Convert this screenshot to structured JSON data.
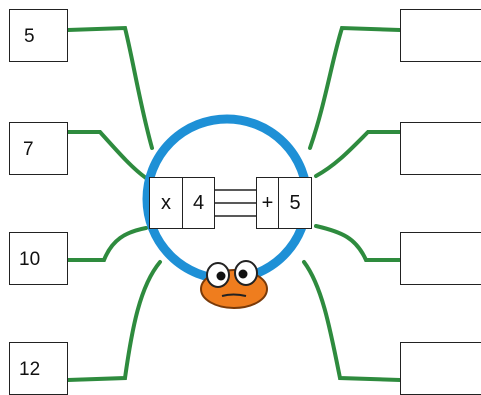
{
  "inputs": [
    {
      "value": "5"
    },
    {
      "value": "7"
    },
    {
      "value": "10"
    },
    {
      "value": "12"
    }
  ],
  "outputs": [
    {
      "value": ""
    },
    {
      "value": ""
    },
    {
      "value": ""
    },
    {
      "value": ""
    }
  ],
  "machine": {
    "op1_symbol": "x",
    "op1_value": "4",
    "op2_symbol": "+",
    "op2_value": "5"
  },
  "colors": {
    "leg_green": "#2e8b3e",
    "ring_blue": "#1e90d6",
    "face_orange": "#ef7d1e"
  }
}
